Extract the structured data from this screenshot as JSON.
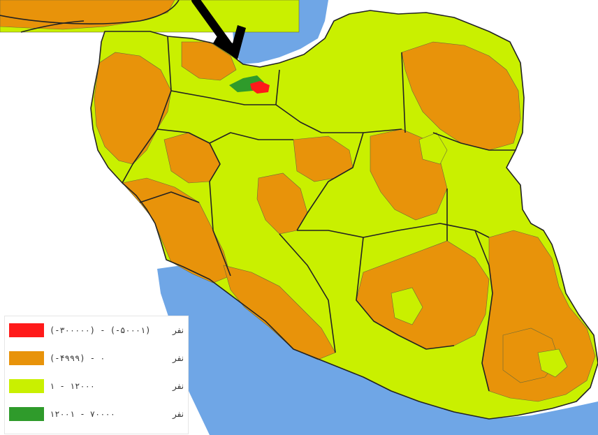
{
  "map": {
    "colors": {
      "water": "#6fa6e6",
      "land_light": "#c9f000",
      "land_orange": "#e8930a",
      "red": "#ff1a1a",
      "dark_green": "#2f9b2b",
      "border": "#222222",
      "arrow": "#000000"
    },
    "arrow_icon": "arrow-down-right-icon"
  },
  "legend": {
    "items": [
      {
        "range": "(-۳۰۰۰۰۰) - (-۵۰۰۰۱)",
        "unit": "نفر",
        "color": "#ff1a1a"
      },
      {
        "range": "(-۴۹۹۹) - ۰",
        "unit": "نفر",
        "color": "#e8930a"
      },
      {
        "range": "۱ - ۱۲۰۰۰",
        "unit": "نفر",
        "color": "#c9f000"
      },
      {
        "range": "۱۲۰۰۱ - ۷۰۰۰۰",
        "unit": "نفر",
        "color": "#2f9b2b"
      }
    ]
  }
}
